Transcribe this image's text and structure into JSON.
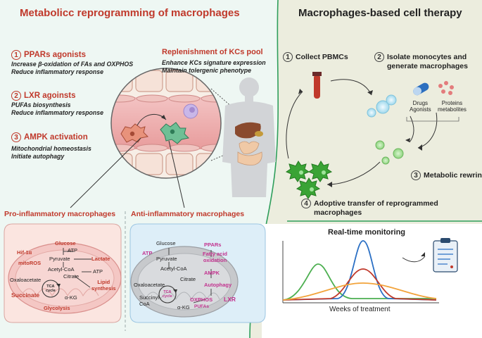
{
  "left_panel": {
    "title": "Metabolicc reprogramming of macrophages",
    "items": [
      {
        "num": "1",
        "label": "PPARs agonists",
        "desc": [
          "Increase β-oxidation of FAs and OXPHOS",
          "Reduce inflammatory response"
        ]
      },
      {
        "num": "2",
        "label": "LXR agoinsts",
        "desc": [
          "PUFAs biosynthesis",
          "Reduce inflammatory response"
        ]
      },
      {
        "num": "3",
        "label": "AMPK activation",
        "desc": [
          "Mitochondrial homeostasis",
          "Initiate autophagy"
        ]
      }
    ],
    "kc": {
      "label": "Replenishment of KCs pool",
      "desc": [
        "Enhance KCs signature expression",
        "Maintain tolergenic phenotype"
      ]
    },
    "pro_label": "Pro-inflammatory macrophages",
    "anti_label": "Anti-inflammatory macrophages"
  },
  "right_panel": {
    "title": "Macrophages-based cell therapy",
    "steps": [
      {
        "num": "1",
        "label": "Collect PBMCs"
      },
      {
        "num": "2",
        "label": [
          "Isolate monocytes and",
          "generate macrophages"
        ]
      },
      {
        "num": "3",
        "label": "Metabolic rewring"
      },
      {
        "num": "4",
        "label": [
          "Adoptive transfer of reprogrammed",
          "macrophages"
        ]
      }
    ],
    "drugs": [
      "Drugs",
      "Agonists"
    ],
    "proteins": [
      "Proteins",
      "metabolites"
    ],
    "monitoring": {
      "title": "Real-time monitoring",
      "xlabel": "Weeks of treatment"
    }
  },
  "pro_metab": {
    "glucose": "Glucose",
    "hif": "Hif-1α",
    "atp1": "ATP",
    "pyruvate": "Pyruvate",
    "lactate": "Lactate",
    "mitoros": "mitoROS",
    "acetyl": "Acetyl-CoA",
    "atp2": "ATP",
    "oxaloacetate": "Oxaloacetate",
    "citrate": "Citrate",
    "lipid": [
      "Lipid",
      "synthesis"
    ],
    "tca": [
      "TCA",
      "cycle"
    ],
    "succinate": "Succinate",
    "akg": "α-KG",
    "glycolysis": "Glycolysis"
  },
  "anti_metab": {
    "glucose": "Glucose",
    "atp": "ATP",
    "pyruvate": "Pyruvate",
    "ppars": "PPARs",
    "fao": [
      "Fatty acid",
      "oxidation"
    ],
    "acetyl": "Acetyl-CoA",
    "ampk": "AMPK",
    "oxaloacetate": "Oxaloacetate",
    "citrate": "Citrate",
    "autophagy": "Autophagy",
    "succinyl": [
      "Succinyl-",
      "CoA"
    ],
    "tca": [
      "TCA",
      "cycle"
    ],
    "akg": "α-KG",
    "oxphos": "OXPHOS",
    "lxr": "LXR",
    "pufas": "PUFAs"
  },
  "colors": {
    "left_bg": "#eef7f3",
    "right_bg": "#ecedde",
    "accent_red": "#c0392b",
    "accent_magenta": "#c2338f",
    "green_line": "#2e9e5b"
  }
}
